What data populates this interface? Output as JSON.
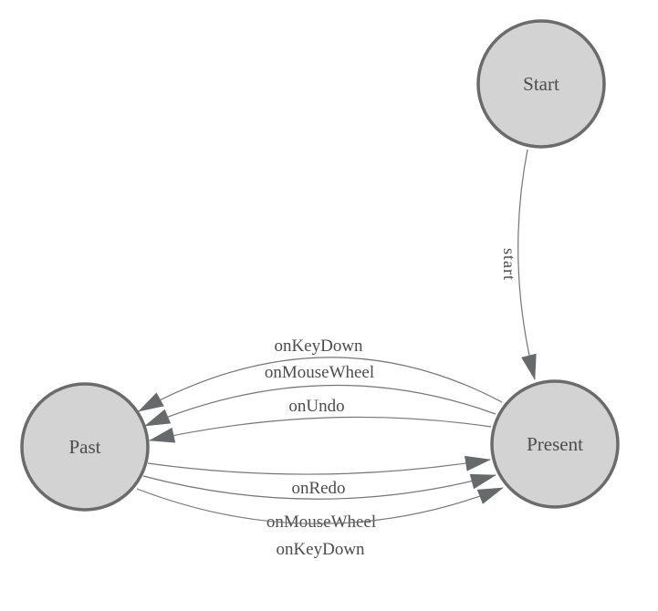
{
  "diagram": {
    "type": "state-machine",
    "nodes": [
      {
        "label": "Start"
      },
      {
        "label": "Present"
      },
      {
        "label": "Past"
      }
    ],
    "edges": [
      {
        "label": "start",
        "from": "Start",
        "to": "Present"
      },
      {
        "label": "onKeyDown",
        "from": "Present",
        "to": "Past"
      },
      {
        "label": "onMouseWheel",
        "from": "Present",
        "to": "Past"
      },
      {
        "label": "onUndo",
        "from": "Present",
        "to": "Past"
      },
      {
        "label": "onRedo",
        "from": "Past",
        "to": "Present"
      },
      {
        "label": "onMouseWheel",
        "from": "Past",
        "to": "Present"
      },
      {
        "label": "onKeyDown",
        "from": "Past",
        "to": "Present"
      }
    ],
    "colors": {
      "node_fill": "#d3d3d3",
      "node_stroke": "#6b6b6b",
      "edge_line": "#757575",
      "arrow": "#666a6b",
      "label_text": "#4c4c4c",
      "background": "#ffffff"
    }
  }
}
